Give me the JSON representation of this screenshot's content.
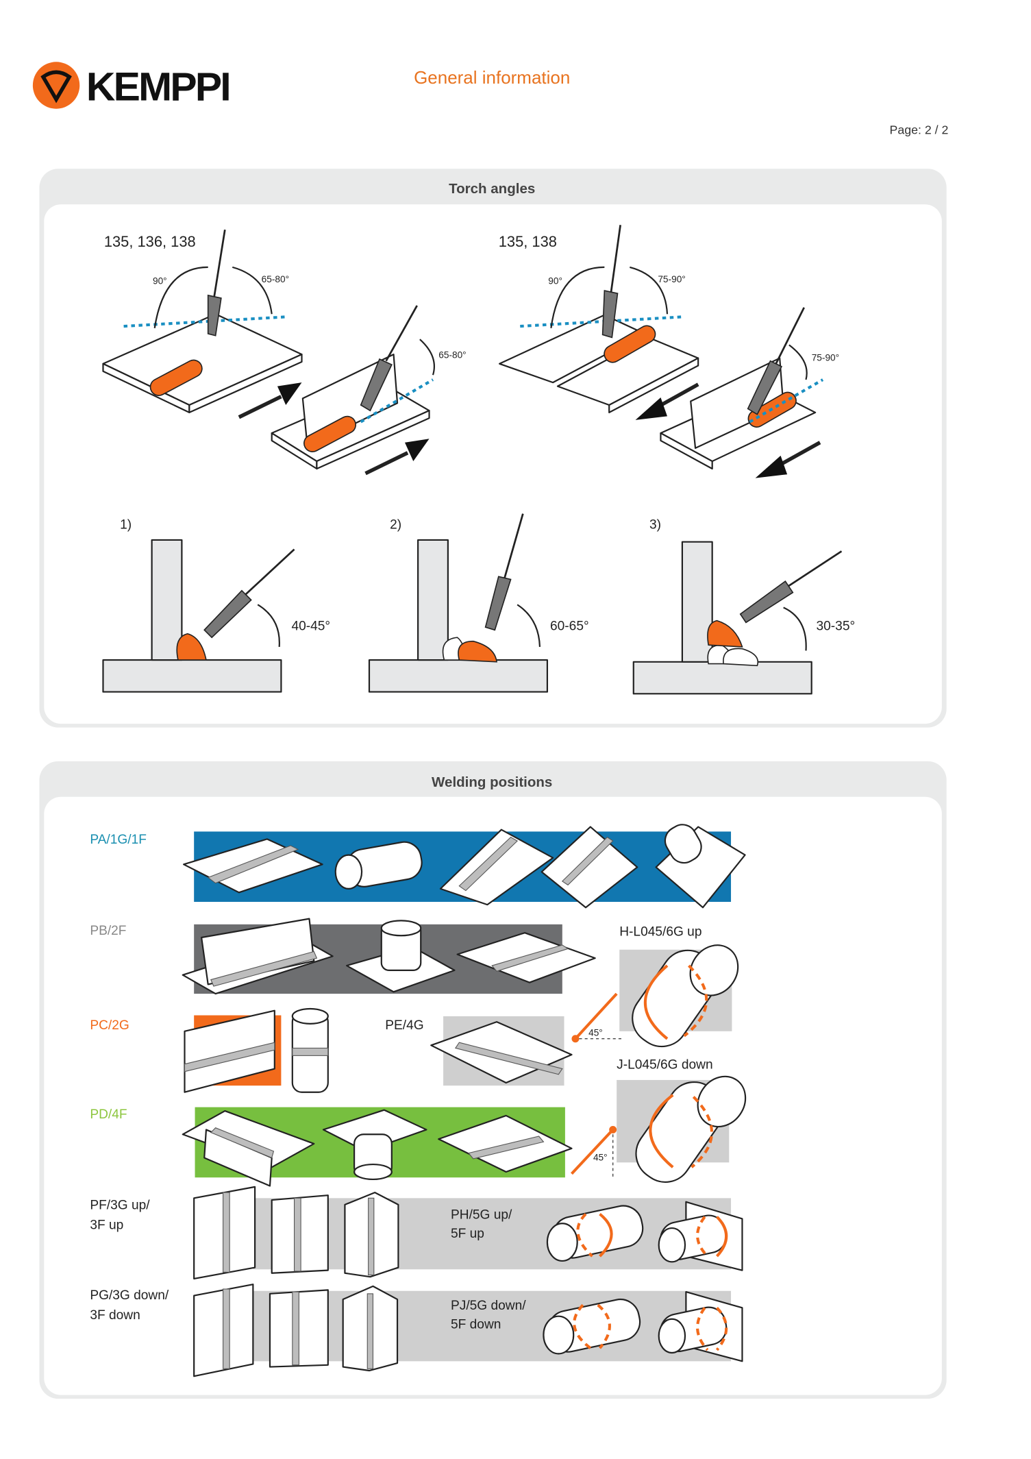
{
  "header": {
    "brand": "KEMPPI",
    "title": "General information",
    "page_indicator": "Page: 2 / 2"
  },
  "torch_angles": {
    "title": "Torch angles",
    "groups": [
      {
        "label": "135, 136, 138",
        "angle_a": "90°",
        "angle_b": "65-80°",
        "angle_c": "65-80°"
      },
      {
        "label": "135, 138",
        "angle_a": "90°",
        "angle_b": "75-90°",
        "angle_c": "75-90°"
      }
    ],
    "passes": [
      {
        "label": "1)",
        "angle": "40-45°"
      },
      {
        "label": "2)",
        "angle": "60-65°"
      },
      {
        "label": "3)",
        "angle": "30-35°"
      }
    ]
  },
  "welding_positions": {
    "title": "Welding positions",
    "pa": "PA/1G/1F",
    "pb": "PB/2F",
    "pc": "PC/2G",
    "pd": "PD/4F",
    "pe": "PE/4G",
    "pf": [
      "PF/3G up/",
      "3F up"
    ],
    "pg": [
      "PG/3G down/",
      "3F down"
    ],
    "ph": [
      "PH/5G up/",
      "5F up"
    ],
    "pj": [
      "PJ/5G down/",
      "5F down"
    ],
    "h_l045": "H-L045/6G up",
    "j_l045": "J-L045/6G down",
    "angle_45": "45°"
  },
  "colors": {
    "brand_orange": "#f26a1b",
    "pa_blue": "#1177b0",
    "pb_gray": "#6d6e70",
    "pd_green": "#77bf3f"
  }
}
